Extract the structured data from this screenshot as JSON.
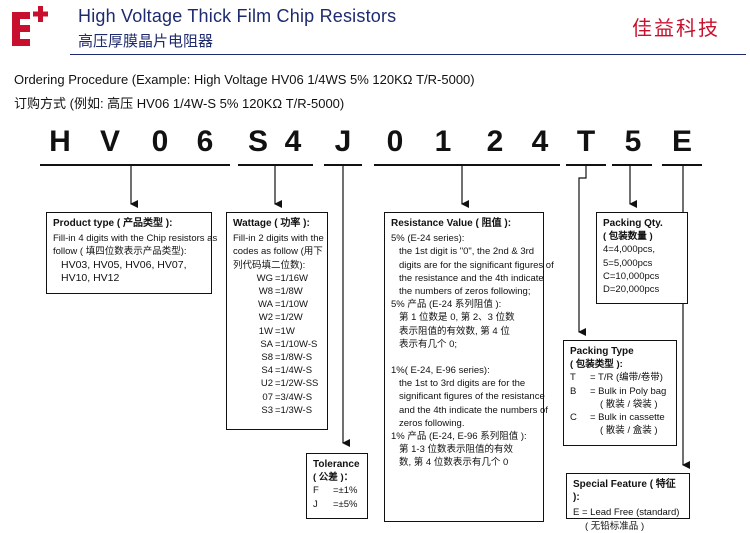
{
  "header": {
    "title_en": "High Voltage Thick Film Chip Resistors",
    "title_cn": "高压厚膜晶片电阻器",
    "brand_cn": "佳益科技"
  },
  "ordering": {
    "example_en": "Ordering Procedure (Example: High Voltage HV06 1/4WS 5% 120KΩ T/R-5000)",
    "example_cn": "订购方式 (例如: 高压 HV06 1/4W-S 5% 120KΩ T/R-5000)"
  },
  "code": [
    "H",
    "V",
    "0",
    "6",
    "S",
    "4",
    "J",
    "0",
    "1",
    "2",
    "4",
    "T",
    "5",
    "E"
  ],
  "product_type": {
    "title": "Product type ( 产品类型 ):",
    "lines": [
      "Fill-in 4 digits with the Chip resistors as",
      "follow ( 填四位数表示产品类型):"
    ],
    "types": [
      "HV03, HV05, HV06, HV07,",
      "HV10, HV12"
    ]
  },
  "wattage": {
    "title": "Wattage ( 功率 ):",
    "lines": [
      "Fill-in 2 digits with the",
      "codes as follow (用下",
      "列代码填二位数):"
    ],
    "items": [
      {
        "code": "WG",
        "value": "=1/16W"
      },
      {
        "code": "W8",
        "value": "=1/8W"
      },
      {
        "code": "WA",
        "value": "=1/10W"
      },
      {
        "code": "W2",
        "value": "=1/2W"
      },
      {
        "code": "1W",
        "value": "=1W"
      },
      {
        "code": "SA",
        "value": "=1/10W-S"
      },
      {
        "code": "S8",
        "value": "=1/8W-S"
      },
      {
        "code": "S4",
        "value": "=1/4W-S"
      },
      {
        "code": "U2",
        "value": "=1/2W-SS"
      },
      {
        "code": "07",
        "value": "=3/4W-S"
      },
      {
        "code": "S3",
        "value": "=1/3W-S"
      }
    ]
  },
  "tolerance": {
    "title": "Tolerance",
    "title_cn": "( 公差 )：",
    "items": [
      {
        "code": "F",
        "value": "=±1%"
      },
      {
        "code": "J",
        "value": "=±5%"
      }
    ]
  },
  "resistance": {
    "title": "Resistance Value ( 阻值 ):",
    "e24_head": "5% (E-24 series):",
    "e24_lines": [
      "the 1st digit is \"0\", the 2nd & 3rd",
      "digits are for the significant figures of",
      "the resistance and the 4th indicate",
      "the numbers of zeros following;"
    ],
    "e24_cn_head": "5% 产品 (E-24 系列阻值 ):",
    "e24_cn_lines": [
      "第 1 位数是 0, 第 2、3 位数",
      "表示阻值的有效数, 第 4 位",
      "表示有几个 0;"
    ],
    "e96_head": "1%( E-24, E-96 series):",
    "e96_lines": [
      "the 1st to 3rd digits are for the",
      "significant figures of the resistance",
      "and the 4th indicate the numbers of",
      "zeros following."
    ],
    "e96_cn_head": "1% 产品 (E-24, E-96 系列阻值 ):",
    "e96_cn_lines": [
      "第 1-3 位数表示阻值的有效",
      "数, 第 4 位数表示有几个 0"
    ]
  },
  "packing_qty": {
    "title": "Packing Qty.",
    "title_cn": "( 包装数量 )",
    "items": [
      {
        "code": "4",
        "value": "=4,000pcs,"
      },
      {
        "code": "5",
        "value": "=5,000pcs"
      },
      {
        "code": "C",
        "value": "=10,000pcs"
      },
      {
        "code": "D",
        "value": "=20,000pcs"
      }
    ]
  },
  "packing_type": {
    "title": "Packing Type",
    "title_cn": "( 包装类型 ):",
    "items": [
      {
        "code": "T",
        "value": "= T/R (编带/卷带)"
      },
      {
        "code": "B",
        "value": "= Bulk in Poly bag"
      },
      {
        "code": "",
        "value": "( 散装 / 袋装 )"
      },
      {
        "code": "C",
        "value": "= Bulk in cassette"
      },
      {
        "code": "",
        "value": "( 散装 / 盒装 )"
      }
    ]
  },
  "special": {
    "title": "Special Feature ( 特征 ):",
    "line1": "E = Lead Free (standard)",
    "line2": "( 无铅标准品 )"
  },
  "colors": {
    "accent": "#c8102e",
    "navy": "#1d2a6e"
  }
}
